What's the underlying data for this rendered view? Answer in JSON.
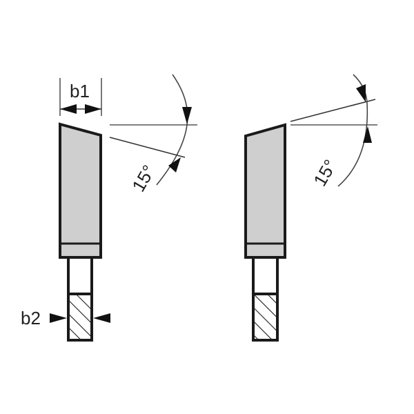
{
  "diagram": {
    "description": "Saw blade tooth geometry: alternating top bevel teeth",
    "colors": {
      "outline": "#1a1a1a",
      "fill": "#cfcfcf",
      "dimension": "#555555",
      "background": "#ffffff"
    },
    "labels": {
      "b1": "b1",
      "b2": "b2",
      "angle_left": "15°",
      "angle_right": "15°"
    },
    "teeth": [
      {
        "name": "left-tooth",
        "bevel": "down-right",
        "angle_deg": 15
      },
      {
        "name": "right-tooth",
        "bevel": "up-right",
        "angle_deg": 15
      }
    ]
  }
}
